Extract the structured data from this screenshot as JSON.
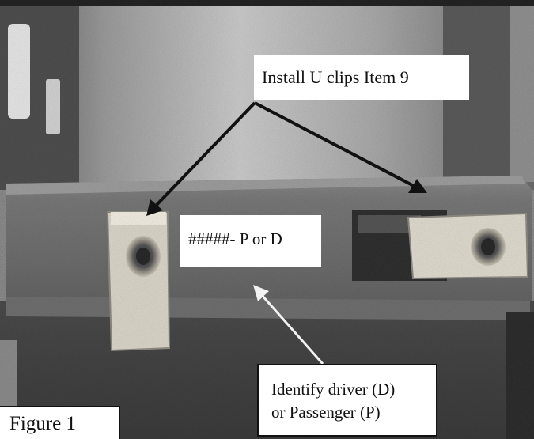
{
  "callouts": {
    "install": "Install U clips Item 9",
    "part_marking": "#####- P or D",
    "identify_line1": "Identify driver (D)",
    "identify_line2": "or Passenger (P)"
  },
  "figure_label": "Figure 1",
  "colors": {
    "metal_panel": "#6c6c6c",
    "clip": "#d6d2c6",
    "arrow": "#111111",
    "label_bg": "#ffffff"
  }
}
